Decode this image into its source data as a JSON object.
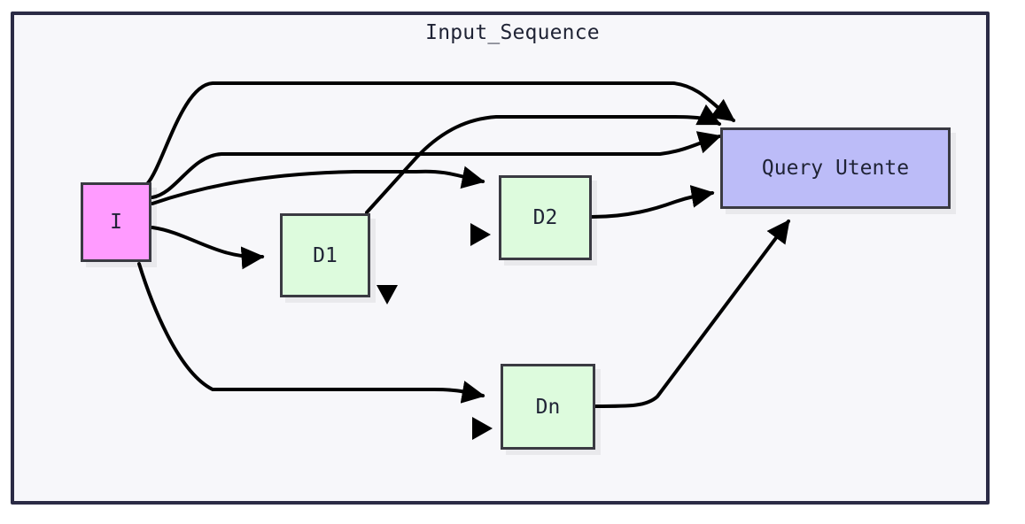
{
  "diagram": {
    "title": "Input_Sequence",
    "type": "flowchart",
    "background": "#f7f7fa",
    "frame_color": "#2b2b45",
    "edge_color": "#000000",
    "nodes": [
      {
        "id": "I",
        "label": "I",
        "fill": "#ff9bff",
        "stroke": "#3a3a42",
        "shape": "rect"
      },
      {
        "id": "D1",
        "label": "D1",
        "fill": "#ddfbdd",
        "stroke": "#3a3a42",
        "shape": "rect"
      },
      {
        "id": "D2",
        "label": "D2",
        "fill": "#ddfbdd",
        "stroke": "#3a3a42",
        "shape": "rect"
      },
      {
        "id": "Dn",
        "label": "Dn",
        "fill": "#ddfbdd",
        "stroke": "#3a3a42",
        "shape": "rect"
      },
      {
        "id": "QU",
        "label": "Query Utente",
        "fill": "#bcbcf8",
        "stroke": "#3a3a42",
        "shape": "rect"
      }
    ],
    "edges": [
      {
        "from": "I",
        "to": "QU",
        "label": ""
      },
      {
        "from": "I",
        "to": "QU",
        "label": ""
      },
      {
        "from": "I",
        "to": "D1",
        "label": ""
      },
      {
        "from": "I",
        "to": "D2",
        "label": ""
      },
      {
        "from": "I",
        "to": "Dn",
        "label": ""
      },
      {
        "from": "D1",
        "to": "QU",
        "label": ""
      },
      {
        "from": "D2",
        "to": "QU",
        "label": ""
      },
      {
        "from": "Dn",
        "to": "QU",
        "label": ""
      }
    ]
  }
}
